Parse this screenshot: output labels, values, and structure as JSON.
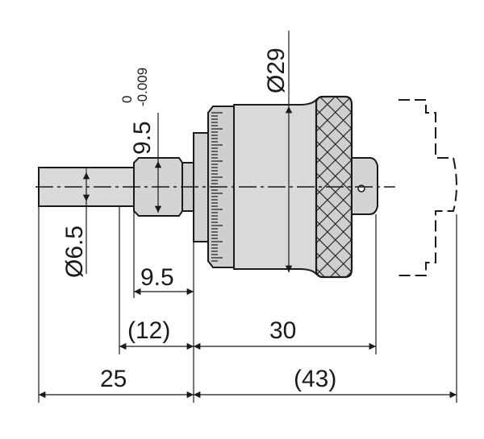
{
  "diagram": {
    "labels": {
      "spindle_diameter": "Ø6.5",
      "sleeve_diameter_nominal": "9.5",
      "sleeve_diameter_tol_upper": "0",
      "sleeve_diameter_tol_lower": "-0.009",
      "thimble_diameter": "Ø29",
      "sleeve_length": "9.5",
      "spindle_to_thimble": "(12)",
      "thimble_length": "30",
      "spindle_stroke": "25",
      "overall_body": "(43)"
    },
    "colors": {
      "line": "#1a1a1a",
      "body_fill": "#d9d9d9",
      "body_fill_dark": "#bdbdbd",
      "background": "#ffffff"
    }
  }
}
